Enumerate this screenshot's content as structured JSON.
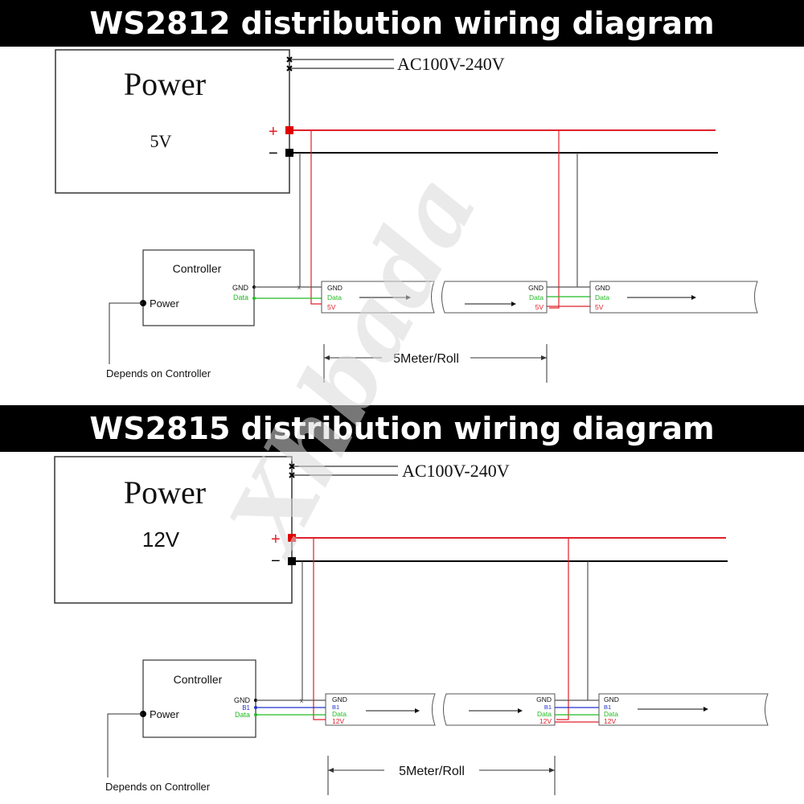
{
  "colors": {
    "positive": "#e0202a",
    "negative": "#000000",
    "data": "#22bb22",
    "b1": "#2233cc",
    "terminal_red": "#e00000"
  },
  "diagram_ws2812": {
    "title": "WS2812 distribution wiring diagram",
    "power_label": "Power",
    "power_voltage": "5V",
    "ac_label": "AC100V-240V",
    "plus_sign": "+",
    "minus_sign": "−",
    "controller_label": "Controller",
    "controller_power_label": "Power",
    "controller_pins": [
      "GND",
      "Data"
    ],
    "controller_note": "Depends on Controller",
    "strip_pins": [
      "GND",
      "Data",
      "5V"
    ],
    "roll_label": "5Meter/Roll"
  },
  "diagram_ws2815": {
    "title": "WS2815 distribution wiring diagram",
    "power_label": "Power",
    "power_voltage": "12V",
    "ac_label": "AC100V-240V",
    "plus_sign": "+",
    "minus_sign": "−",
    "controller_label": "Controller",
    "controller_power_label": "Power",
    "controller_pins": [
      "GND",
      "B1",
      "Data"
    ],
    "controller_note": "Depends on Controller",
    "strip_pins": [
      "GND",
      "B1",
      "Data",
      "12V"
    ],
    "roll_label": "5Meter/Roll"
  },
  "watermark": "Xhbada"
}
